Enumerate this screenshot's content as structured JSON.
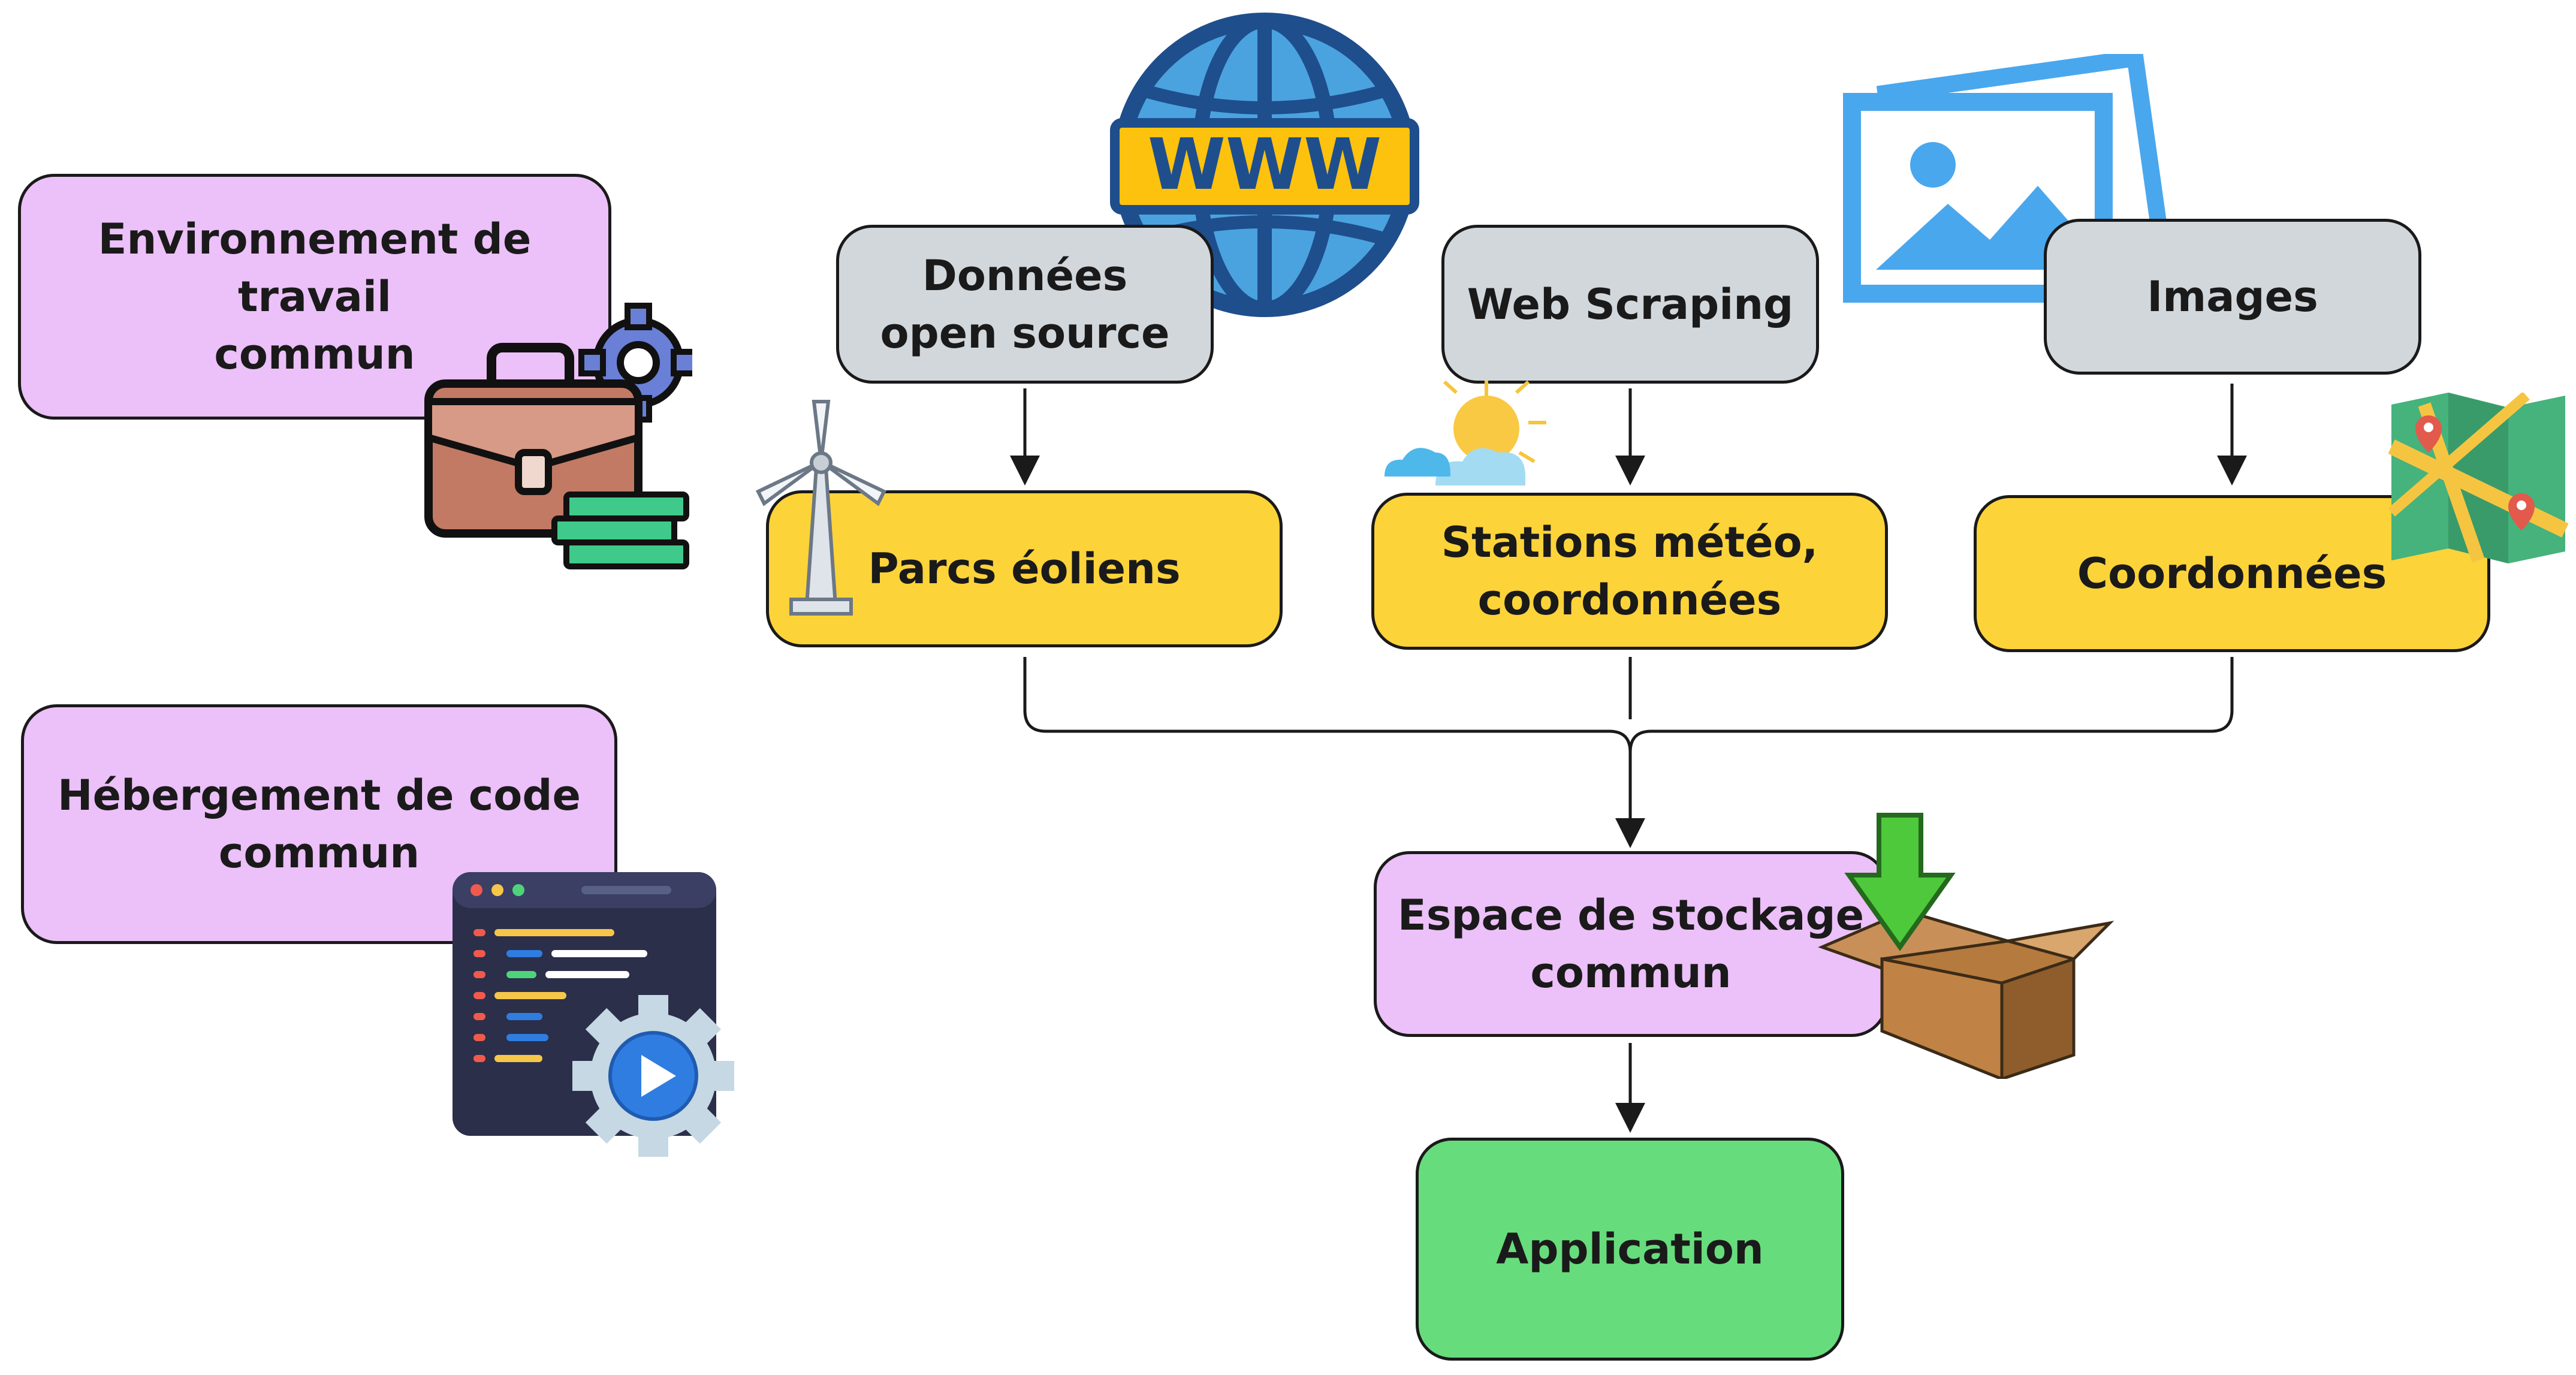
{
  "diagram": {
    "nodes": {
      "env_travail": "Environnement de travail\ncommun",
      "hebergement": "Hébergement de code\ncommun",
      "donnees_open_source": "Données\nopen source",
      "web_scraping": "Web Scraping",
      "images": "Images",
      "parcs_eoliens": "Parcs éoliens",
      "stations_meteo": "Stations météo,\ncoordonnées",
      "coordonnees": "Coordonnées",
      "espace_stockage": "Espace de stockage\ncommun",
      "application": "Application"
    },
    "icons": {
      "globe": {
        "name": "www-globe-icon",
        "label": "WWW"
      },
      "photo": "image-gallery-icon",
      "briefcase": "briefcase-gear-icon",
      "wind_turbine": "wind-turbine-icon",
      "weather": "sun-cloud-icon",
      "map": "map-pins-icon",
      "box": "box-download-icon",
      "code": "code-window-gear-icon"
    },
    "edges": [
      [
        "donnees_open_source",
        "parcs_eoliens"
      ],
      [
        "web_scraping",
        "stations_meteo"
      ],
      [
        "images",
        "coordonnees"
      ],
      [
        "parcs_eoliens",
        "espace_stockage"
      ],
      [
        "stations_meteo",
        "espace_stockage"
      ],
      [
        "coordonnees",
        "espace_stockage"
      ],
      [
        "espace_stockage",
        "application"
      ]
    ],
    "colors": {
      "pink": "#ecc0f8",
      "gray": "#d2d7dc",
      "yellow": "#fdd33a",
      "green": "#67dc7c",
      "outline": "#1a1a1a"
    }
  }
}
